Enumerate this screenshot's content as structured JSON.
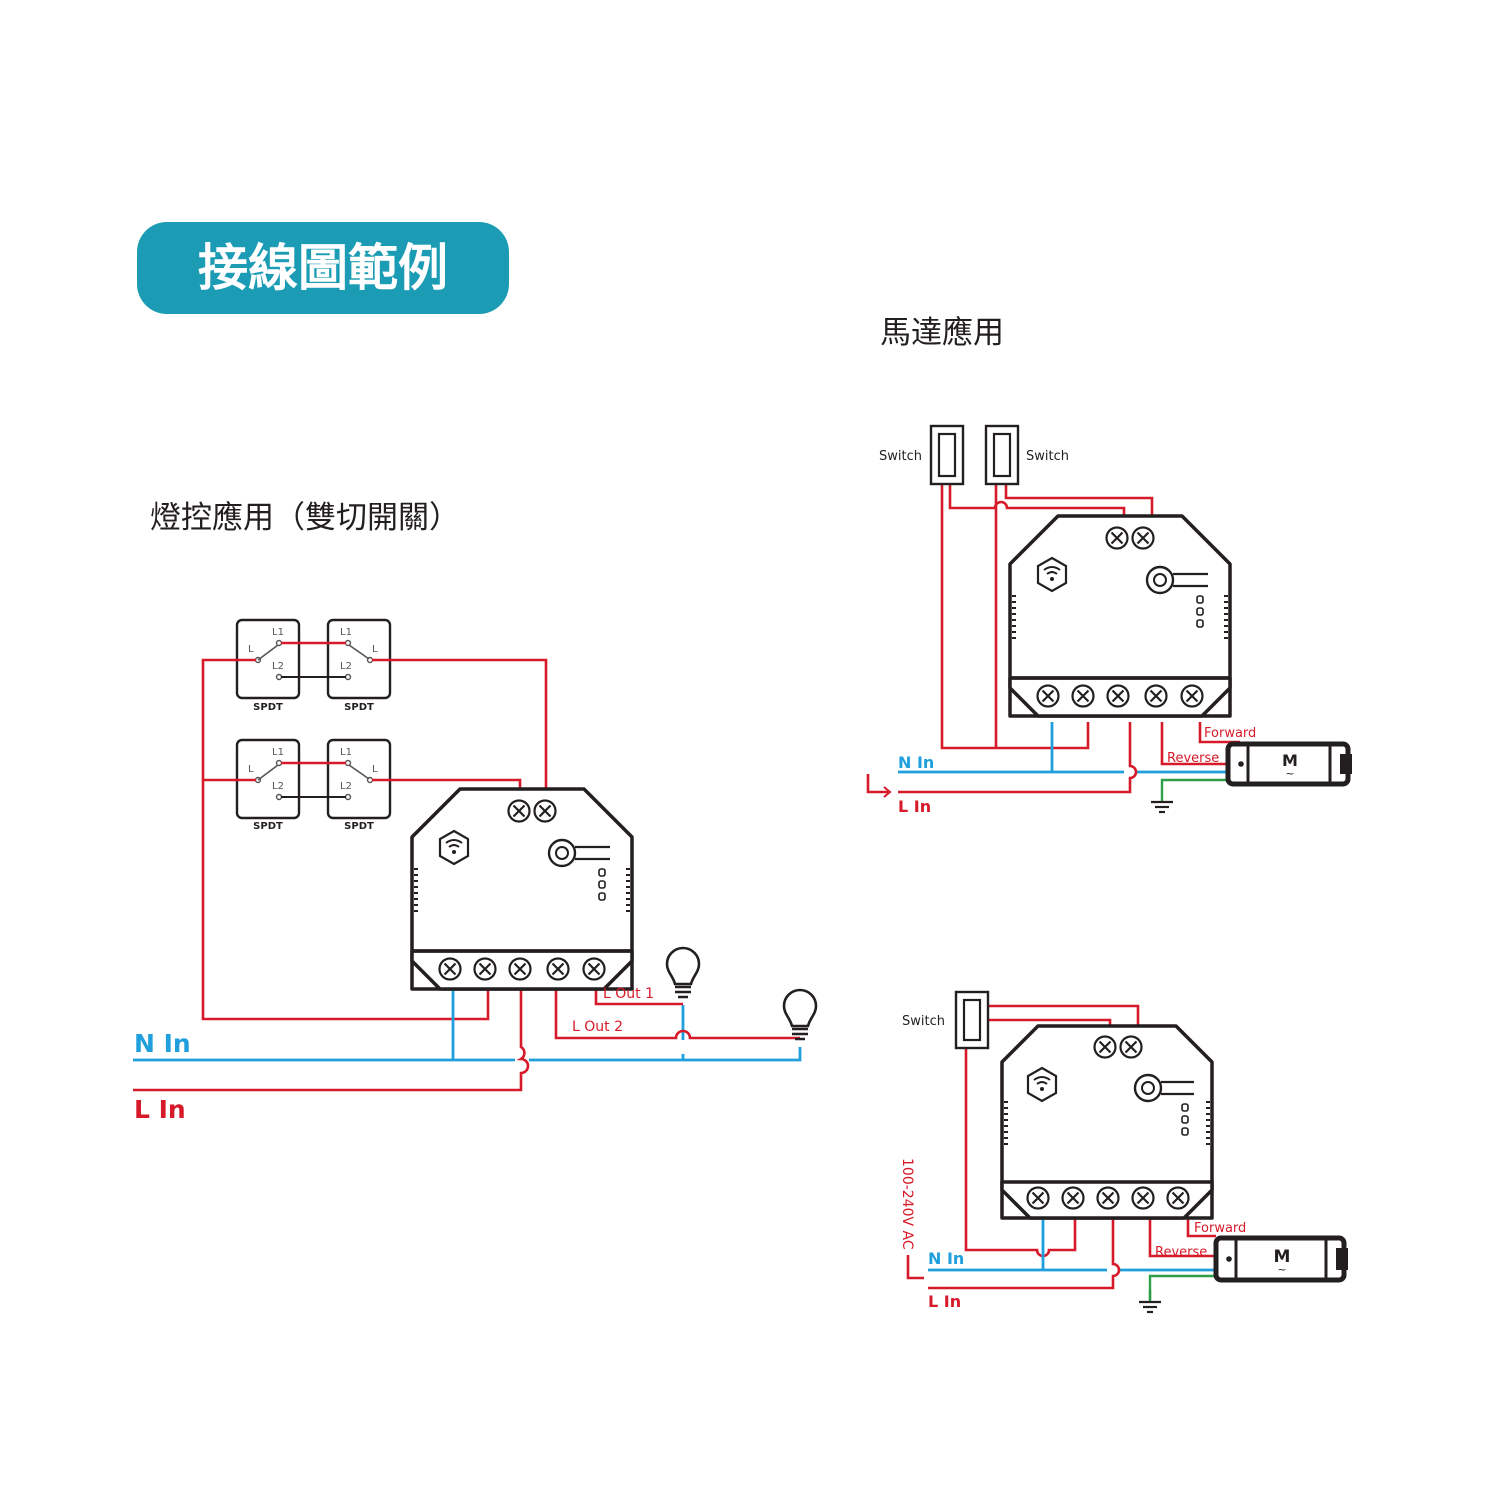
{
  "header": {
    "title": "接線圖範例",
    "banner_color": "#1b9cb4"
  },
  "light_section": {
    "title": "燈控應用（雙切開關）",
    "switch_terminals": {
      "l1": "L1",
      "l2": "L2",
      "l": "L"
    },
    "switch_type": "SPDT",
    "n_in": "N In",
    "l_in": "L In",
    "out1": "L Out 1",
    "out2": "L Out 2"
  },
  "motor_section": {
    "title": "馬達應用",
    "switch_label": "Switch",
    "n_in": "N In",
    "l_in": "L In",
    "forward": "Forward",
    "reverse": "Reverse",
    "motor": "M",
    "voltage": "100-240V AC"
  },
  "colors": {
    "live": "#d71a2a",
    "neutral": "#1fa0dc",
    "earth": "#2e9e48",
    "device": "#231f20"
  }
}
